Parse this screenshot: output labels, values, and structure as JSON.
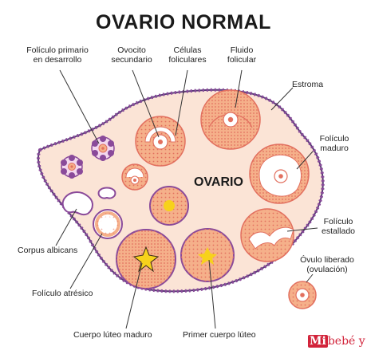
{
  "title": "OVARIO NORMAL",
  "center_label": "OVARIO",
  "labels": {
    "foliculo_primario_1": "Folículo primario",
    "foliculo_primario_2": "en desarrollo",
    "ovocito_1": "Ovocito",
    "ovocito_2": "secundario",
    "celulas_1": "Células",
    "celulas_2": "foliculares",
    "fluido_1": "Fluido",
    "fluido_2": "folicular",
    "estroma": "Estroma",
    "maduro_1": "Folículo",
    "maduro_2": "maduro",
    "estallado_1": "Folículo",
    "estallado_2": "estallado",
    "ovulo_1": "Óvulo liberado",
    "ovulo_2": "(ovulación)",
    "corpus_albicans": "Corpus albicans",
    "atresico": "Folículo atrésico",
    "cuerpo_luteo_maduro": "Cuerpo lúteo maduro",
    "primer_cuerpo_luteo": "Primer cuerpo lúteo"
  },
  "logo": {
    "mi": "Mi",
    "rest": "bebé y yo"
  },
  "colors": {
    "stroma": "#fbe4d6",
    "outline": "#5a3b78",
    "purple": "#8a4a9a",
    "follicle": "#f5b08a",
    "dot": "#e2705f",
    "yellow": "#f7d21b"
  }
}
